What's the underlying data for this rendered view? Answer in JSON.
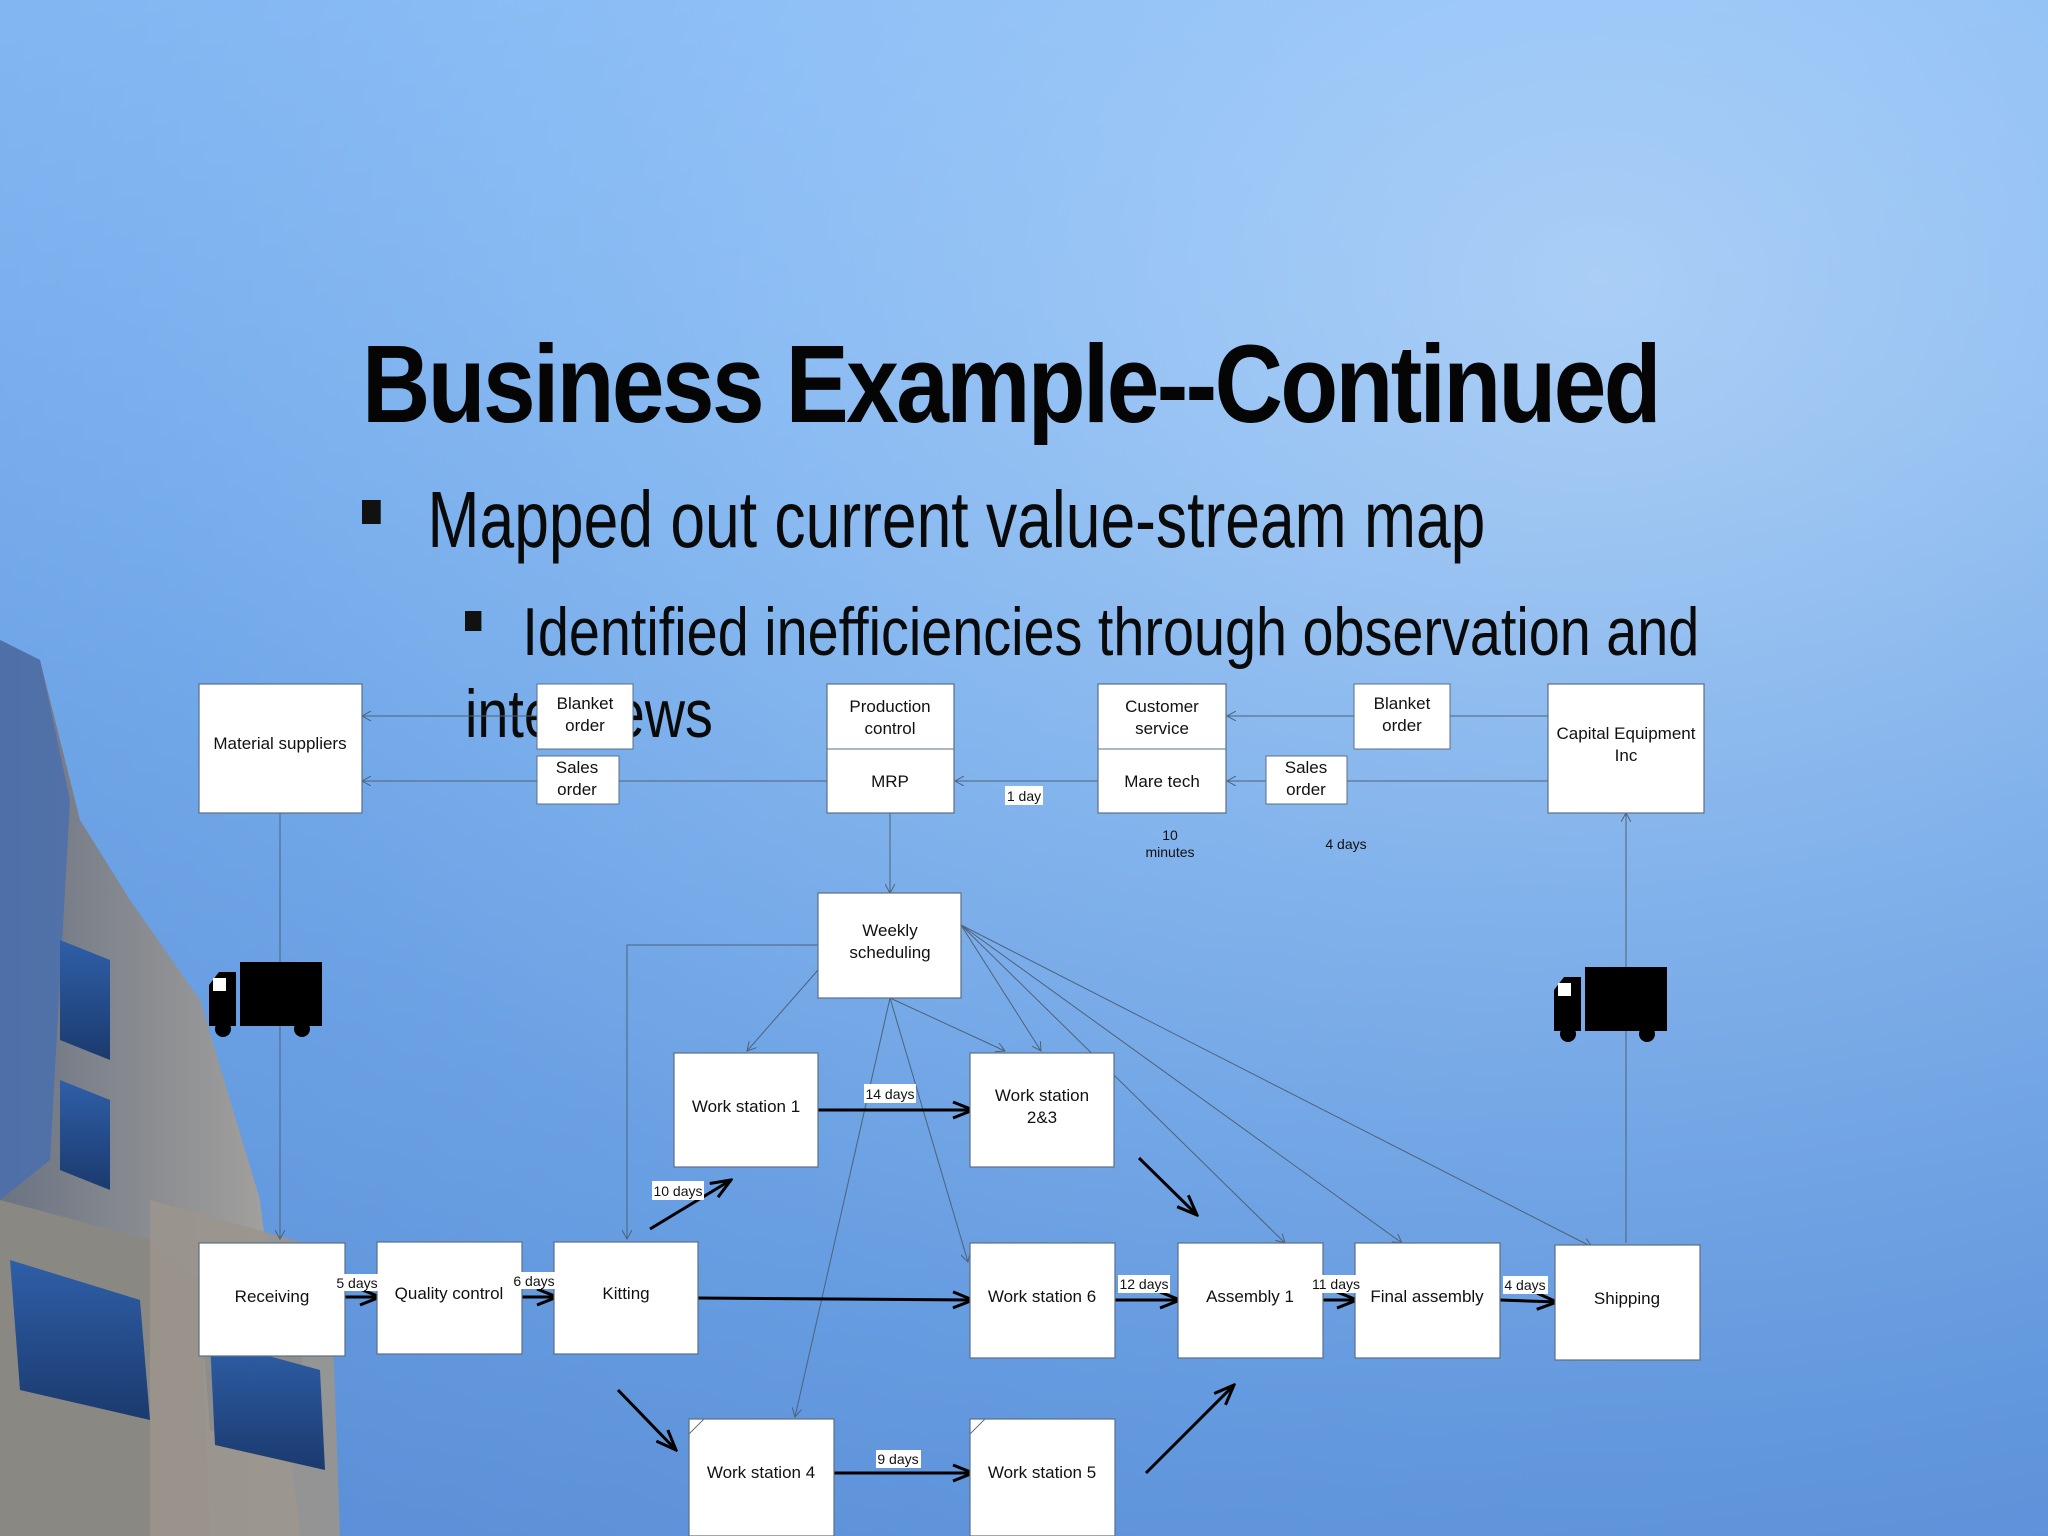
{
  "slide": {
    "title": "Business Example--Continued",
    "bullet_1": "Mapped out current value-stream map",
    "bullet_2": "Identified inefficiencies through observation and interviews"
  },
  "diagram": {
    "boxes": {
      "material_suppliers": "Material suppliers",
      "blanket_order_left": [
        "Blanket",
        "order"
      ],
      "sales_order_left": [
        "Sales",
        "order"
      ],
      "production_control": [
        "Production",
        "control"
      ],
      "mrp": "MRP",
      "customer_service": [
        "Customer",
        "service"
      ],
      "mare_tech": "Mare tech",
      "blanket_order_right": [
        "Blanket",
        "order"
      ],
      "sales_order_right": [
        "Sales",
        "order"
      ],
      "capital_equipment": [
        "Capital Equipment",
        "Inc"
      ],
      "weekly_scheduling": [
        "Weekly",
        "scheduling"
      ],
      "work_station_1": "Work station 1",
      "work_station_23": [
        "Work station",
        "2&3"
      ],
      "receiving": "Receiving",
      "quality_control": "Quality control",
      "kitting": "Kitting",
      "work_station_6": "Work station 6",
      "assembly_1": "Assembly 1",
      "final_assembly": "Final assembly",
      "shipping": "Shipping",
      "work_station_4": "Work station 4",
      "work_station_5": "Work station 5"
    },
    "times": {
      "mrp_to_cs": "1 day",
      "cs_minutes": [
        "10",
        "minutes"
      ],
      "order_days": "4 days",
      "ws1_to_ws23": "14 days",
      "kitting_to_ws1": "10 days",
      "receiving_to_qc": "5 days",
      "qc_to_kitting": "6 days",
      "ws6_to_assembly": "12 days",
      "assembly_to_final": "11 days",
      "final_to_shipping": "4 days",
      "ws4_to_ws5": "9 days"
    }
  }
}
